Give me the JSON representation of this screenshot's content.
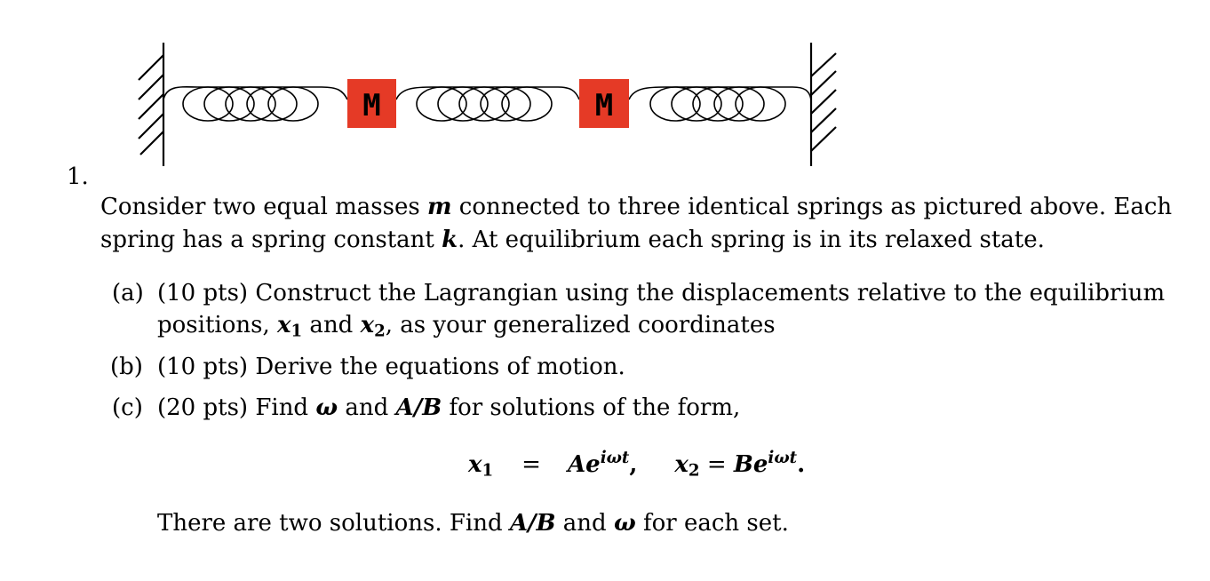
{
  "problem": {
    "number": "1.",
    "mass_label": "M",
    "mass_color": "#e53a26",
    "intro_line1": {
      "a": "Consider two equal masses ",
      "m": "m",
      "b": " connected to three identical springs as pictured above. Each"
    },
    "intro_line2": {
      "a": "spring has a spring constant ",
      "k": "k",
      "b": ". At equilibrium each spring is in its relaxed state."
    },
    "parts": [
      {
        "label": "(a)",
        "line1": "(10 pts) Construct the Lagrangian using the displacements relative to the equilibrium",
        "line2": {
          "a": "positions, ",
          "x": "x",
          "s1": "1",
          "and": " and ",
          "s2": "2",
          "b": ", as your generalized coordinates"
        }
      },
      {
        "label": "(b)",
        "text": "(10 pts) Derive the equations of motion."
      },
      {
        "label": "(c)",
        "text": {
          "a": "(20 pts) Find ",
          "omega": "ω",
          "and": " and ",
          "ab": "A/B",
          "b": " for solutions of the form,"
        }
      }
    ],
    "equation": {
      "lhs1": "x",
      "sub1": "1",
      "eq1": "=",
      "rhs1": "Ae",
      "exp": "iωt",
      "comma": ",",
      "lhs2": "x",
      "sub2": "2",
      "eq2": " = ",
      "rhs2": "Be",
      "period": "."
    },
    "closing": {
      "a": "There are two solutions. Find ",
      "ab": "A/B",
      "and": " and ",
      "omega": "ω",
      "b": " for each set."
    }
  }
}
